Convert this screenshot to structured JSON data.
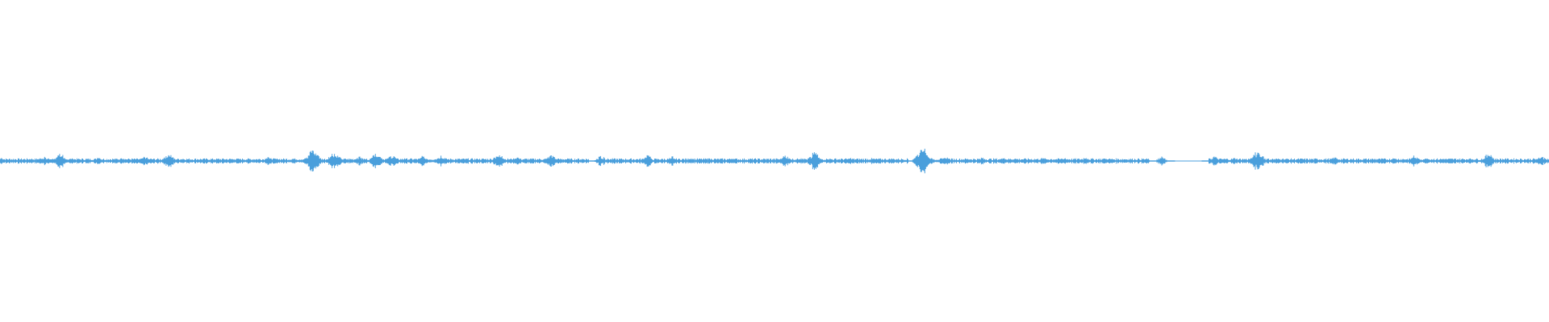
{
  "waveform": {
    "color": "#4a9fdc",
    "background": "#ffffff",
    "bursts": [
      {
        "t": 0.0,
        "a": 0.14
      },
      {
        "t": 0.005,
        "a": 0.05
      },
      {
        "t": 0.012,
        "a": 0.06
      },
      {
        "t": 0.02,
        "a": 0.08
      },
      {
        "t": 0.026,
        "a": 0.11
      },
      {
        "t": 0.029,
        "a": 0.18
      },
      {
        "t": 0.039,
        "a": 0.3
      },
      {
        "t": 0.047,
        "a": 0.09
      },
      {
        "t": 0.053,
        "a": 0.03
      },
      {
        "t": 0.064,
        "a": 0.14
      },
      {
        "t": 0.073,
        "a": 0.05
      },
      {
        "t": 0.079,
        "a": 0.11
      },
      {
        "t": 0.087,
        "a": 0.07
      },
      {
        "t": 0.094,
        "a": 0.2
      },
      {
        "t": 0.109,
        "a": 0.28
      },
      {
        "t": 0.118,
        "a": 0.09
      },
      {
        "t": 0.126,
        "a": 0.04
      },
      {
        "t": 0.14,
        "a": 0.06
      },
      {
        "t": 0.151,
        "a": 0.07
      },
      {
        "t": 0.161,
        "a": 0.05
      },
      {
        "t": 0.173,
        "a": 0.17
      },
      {
        "t": 0.179,
        "a": 0.07
      },
      {
        "t": 0.19,
        "a": 0.12
      },
      {
        "t": 0.202,
        "a": 0.45
      },
      {
        "t": 0.208,
        "a": 0.08
      },
      {
        "t": 0.216,
        "a": 0.37
      },
      {
        "t": 0.232,
        "a": 0.18
      },
      {
        "t": 0.243,
        "a": 0.31
      },
      {
        "t": 0.253,
        "a": 0.22
      },
      {
        "t": 0.262,
        "a": 0.12
      },
      {
        "t": 0.273,
        "a": 0.2
      },
      {
        "t": 0.285,
        "a": 0.22
      },
      {
        "t": 0.296,
        "a": 0.04
      },
      {
        "t": 0.309,
        "a": 0.09
      },
      {
        "t": 0.322,
        "a": 0.3
      },
      {
        "t": 0.333,
        "a": 0.18
      },
      {
        "t": 0.356,
        "a": 0.24
      },
      {
        "t": 0.368,
        "a": 0.08
      },
      {
        "t": 0.388,
        "a": 0.22
      },
      {
        "t": 0.404,
        "a": 0.06
      },
      {
        "t": 0.418,
        "a": 0.25
      },
      {
        "t": 0.434,
        "a": 0.18
      },
      {
        "t": 0.446,
        "a": 0.12
      },
      {
        "t": 0.458,
        "a": 0.11
      },
      {
        "t": 0.473,
        "a": 0.1
      },
      {
        "t": 0.487,
        "a": 0.06
      },
      {
        "t": 0.507,
        "a": 0.24
      },
      {
        "t": 0.517,
        "a": 0.12
      },
      {
        "t": 0.526,
        "a": 0.35
      },
      {
        "t": 0.535,
        "a": 0.1
      },
      {
        "t": 0.549,
        "a": 0.12
      },
      {
        "t": 0.563,
        "a": 0.12
      },
      {
        "t": 0.576,
        "a": 0.1
      },
      {
        "t": 0.596,
        "a": 0.5
      },
      {
        "t": 0.611,
        "a": 0.16
      },
      {
        "t": 0.623,
        "a": 0.07
      },
      {
        "t": 0.634,
        "a": 0.13
      },
      {
        "t": 0.648,
        "a": 0.11
      },
      {
        "t": 0.656,
        "a": 0.1
      },
      {
        "t": 0.673,
        "a": 0.13
      },
      {
        "t": 0.687,
        "a": 0.12
      },
      {
        "t": 0.701,
        "a": 0.15
      },
      {
        "t": 0.714,
        "a": 0.14
      },
      {
        "t": 0.727,
        "a": 0.07
      },
      {
        "t": 0.75,
        "a": 0.2
      },
      {
        "t": 0.784,
        "a": 0.18
      },
      {
        "t": 0.797,
        "a": 0.14
      },
      {
        "t": 0.812,
        "a": 0.4
      },
      {
        "t": 0.828,
        "a": 0.09
      },
      {
        "t": 0.841,
        "a": 0.12
      },
      {
        "t": 0.862,
        "a": 0.17
      },
      {
        "t": 0.873,
        "a": 0.07
      },
      {
        "t": 0.889,
        "a": 0.09
      },
      {
        "t": 0.9,
        "a": 0.11
      },
      {
        "t": 0.913,
        "a": 0.22
      },
      {
        "t": 0.921,
        "a": 0.12
      },
      {
        "t": 0.932,
        "a": 0.08
      },
      {
        "t": 0.949,
        "a": 0.1
      },
      {
        "t": 0.961,
        "a": 0.3
      },
      {
        "t": 0.972,
        "a": 0.09
      },
      {
        "t": 0.986,
        "a": 0.06
      },
      {
        "t": 0.995,
        "a": 0.2
      }
    ],
    "gaps": [
      {
        "from": 0.38,
        "to": 0.386
      },
      {
        "from": 0.586,
        "to": 0.594
      },
      {
        "from": 0.742,
        "to": 0.78
      }
    ]
  }
}
